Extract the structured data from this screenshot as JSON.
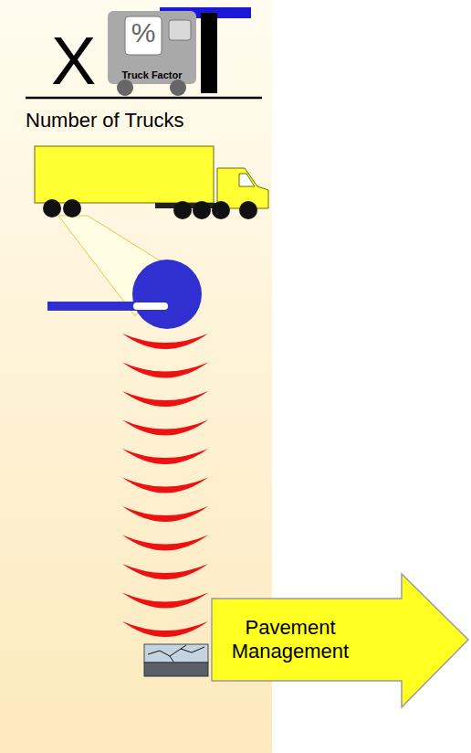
{
  "diagram": {
    "nodes": [
      {
        "text": [
          "%",
          "Truck Factor"
        ]
      },
      {
        "text": [
          "Pavement Management"
        ]
      }
    ],
    "labels": [
      "X",
      "Number of Trucks"
    ]
  }
}
